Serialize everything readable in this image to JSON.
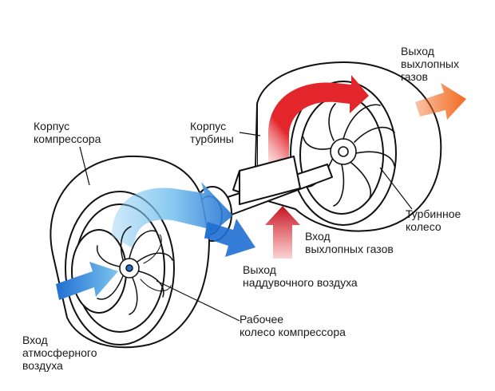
{
  "labels": {
    "exhaust_out": [
      "Выход",
      "выхлопных",
      "газов"
    ],
    "turbine_housing": [
      "Корпус",
      "турбины"
    ],
    "compressor_housing": [
      "Корпус",
      "компрессора"
    ],
    "turbine_wheel": [
      "Турбинное",
      "колесо"
    ],
    "exhaust_in": [
      "Вход",
      "выхлопных газов"
    ],
    "boost_air_out": [
      "Выход",
      "наддувочного воздуха"
    ],
    "compressor_wheel": [
      "Рабочее",
      "колесо компрессора"
    ],
    "atmospheric_in": [
      "Вход",
      "атмосферного",
      "воздуха"
    ]
  },
  "colors": {
    "outline": "#111111",
    "hot_red": "#e3262b",
    "hot_orange": "#f26a21",
    "dark_red": "#c1121f",
    "cold_blue": "#1f6fd1",
    "light_blue": "#7cc4ef"
  }
}
